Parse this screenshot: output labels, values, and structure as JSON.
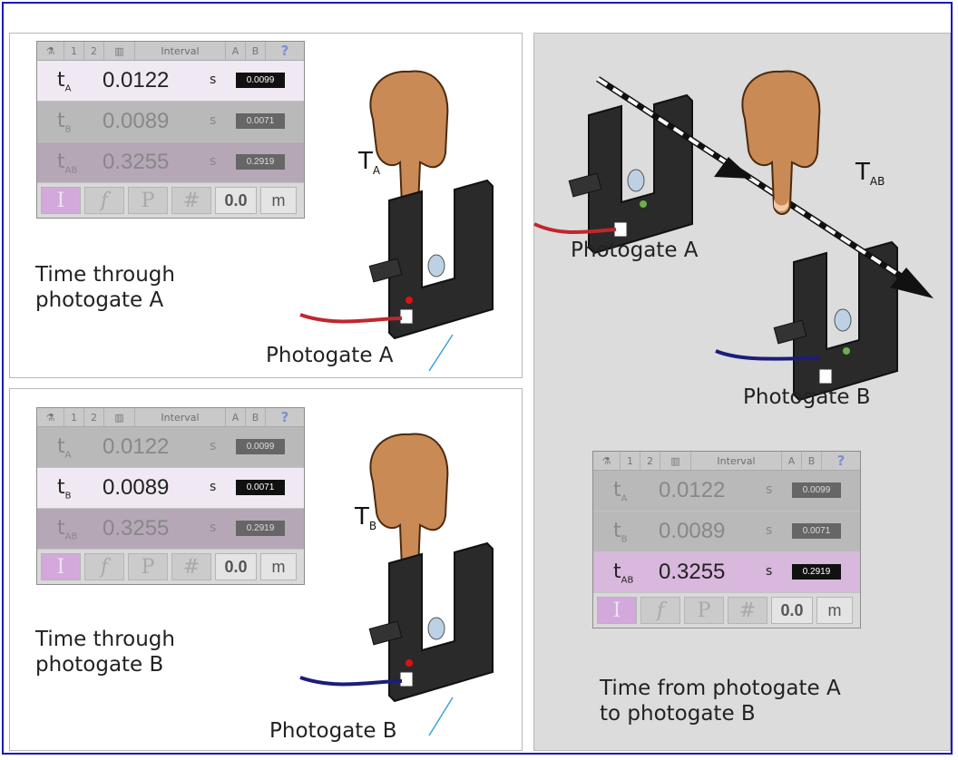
{
  "toolbar": {
    "tab1": "1",
    "tab2": "2",
    "interval": "Interval",
    "a": "A",
    "b": "B",
    "help": "?"
  },
  "rows": {
    "tA": {
      "symbol": "t",
      "sub": "A",
      "value": "0.0122",
      "unit": "s",
      "prev": "0.0099"
    },
    "tB": {
      "symbol": "t",
      "sub": "B",
      "value": "0.0089",
      "unit": "s",
      "prev": "0.0071"
    },
    "tAB": {
      "symbol": "t",
      "sub": "AB",
      "value": "0.3255",
      "unit": "s",
      "prev": "0.2919"
    }
  },
  "buttons": {
    "interval": "I",
    "frequency": "f",
    "period": "P",
    "count": "#",
    "distance": "0.0",
    "unit": "m"
  },
  "panels": {
    "a": {
      "caption_line1": "Time through",
      "caption_line2": "photogate A",
      "gate": "Photogate A",
      "t": "T",
      "tsub": "A"
    },
    "b": {
      "caption_line1": "Time through",
      "caption_line2": "photogate B",
      "gate": "Photogate B",
      "t": "T",
      "tsub": "B"
    },
    "ab": {
      "caption_line1": "Time from photogate A",
      "caption_line2": "to photogate B",
      "gate_a": "Photogate A",
      "gate_b": "Photogate B",
      "t": "T",
      "tsub": "AB"
    }
  },
  "colors": {
    "frame": "#1a1ab8",
    "cable_a": "#c0272d",
    "cable_b": "#1c1c7a",
    "highlight": "#d3a8db",
    "skin": "#c98a55"
  }
}
